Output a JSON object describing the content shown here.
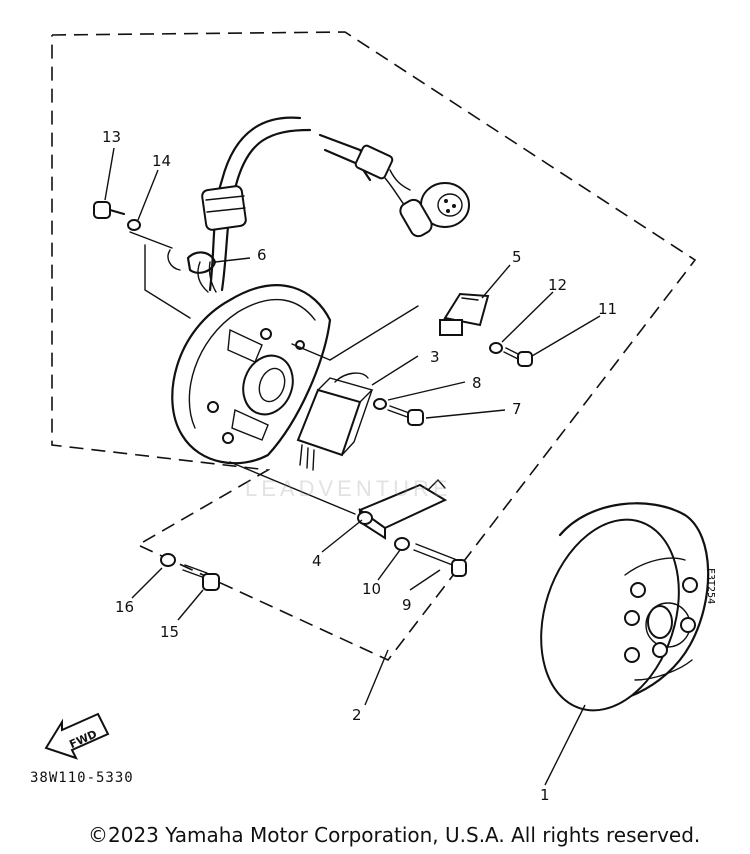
{
  "callouts": [
    {
      "id": "1",
      "label": "1"
    },
    {
      "id": "2",
      "label": "2"
    },
    {
      "id": "3",
      "label": "3"
    },
    {
      "id": "4",
      "label": "4"
    },
    {
      "id": "5",
      "label": "5"
    },
    {
      "id": "6",
      "label": "6"
    },
    {
      "id": "7",
      "label": "7"
    },
    {
      "id": "8",
      "label": "8"
    },
    {
      "id": "9",
      "label": "9"
    },
    {
      "id": "10",
      "label": "10"
    },
    {
      "id": "11",
      "label": "11"
    },
    {
      "id": "12",
      "label": "12"
    },
    {
      "id": "13",
      "label": "13"
    },
    {
      "id": "14",
      "label": "14"
    },
    {
      "id": "15",
      "label": "15"
    },
    {
      "id": "16",
      "label": "16"
    }
  ],
  "direction_arrow": {
    "label": "FWD"
  },
  "rotor_marking": "F3T254",
  "drawing_code": "38W110-5330",
  "watermark": "LEADVENTURE",
  "copyright": "©2023 Yamaha Motor Corporation, U.S.A. All rights reserved."
}
